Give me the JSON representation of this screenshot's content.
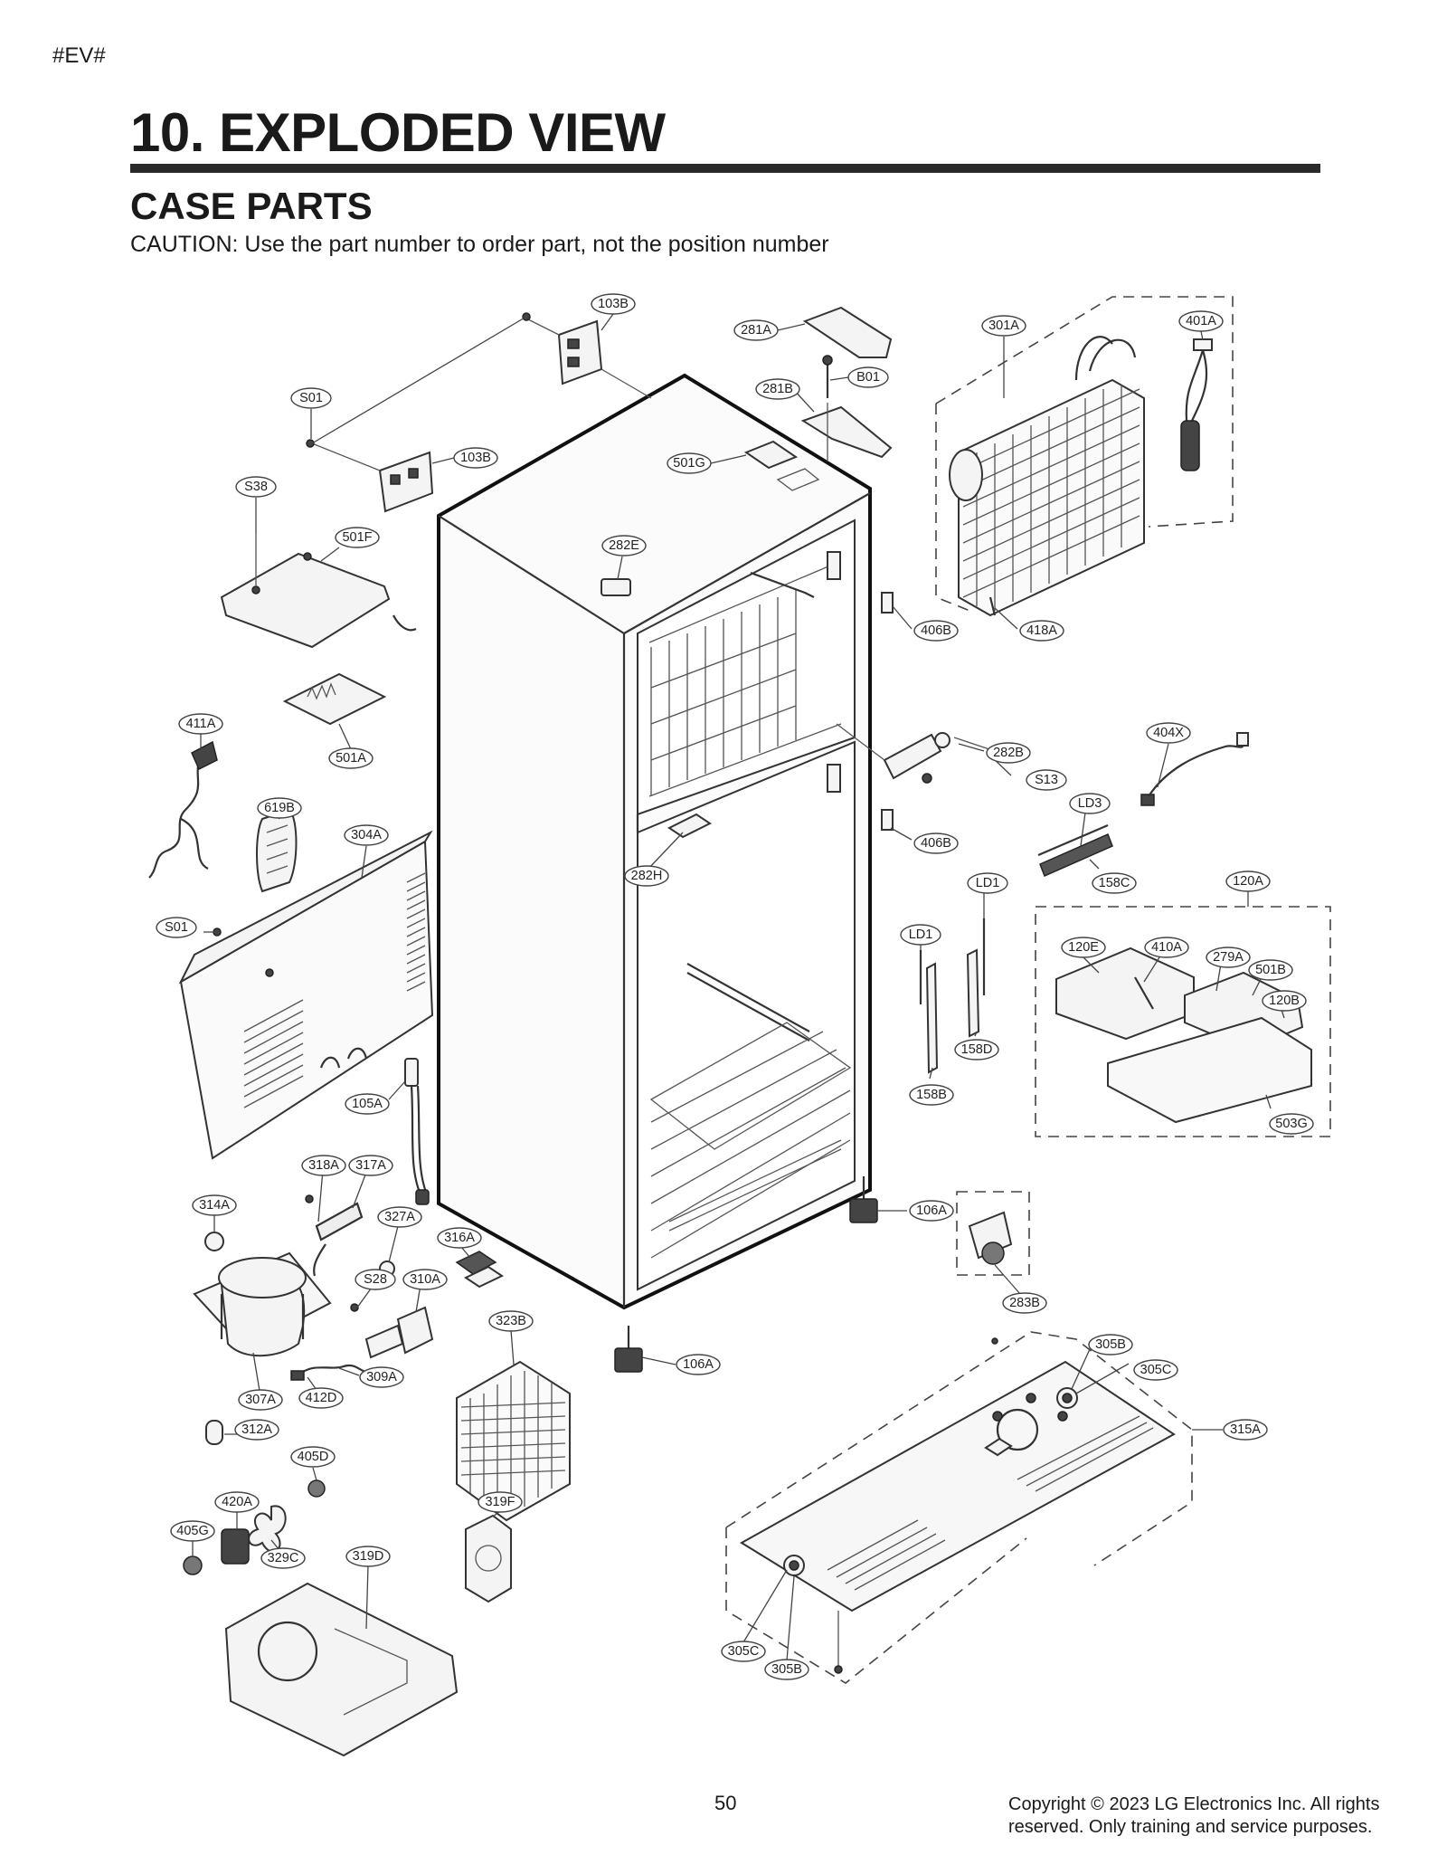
{
  "header": {
    "tag": "#EV#",
    "title": "10. EXPLODED VIEW",
    "subtitle": "CASE PARTS",
    "caution": "CAUTION: Use the part number to order part, not the position number"
  },
  "callouts": [
    {
      "id": "103B"
    },
    {
      "id": "281A"
    },
    {
      "id": "301A"
    },
    {
      "id": "401A"
    },
    {
      "id": "B01"
    },
    {
      "id": "281B"
    },
    {
      "id": "S01"
    },
    {
      "id": "103B"
    },
    {
      "id": "501G"
    },
    {
      "id": "S38"
    },
    {
      "id": "501F"
    },
    {
      "id": "282E"
    },
    {
      "id": "406B"
    },
    {
      "id": "418A"
    },
    {
      "id": "411A"
    },
    {
      "id": "501A"
    },
    {
      "id": "282B"
    },
    {
      "id": "404X"
    },
    {
      "id": "S13"
    },
    {
      "id": "LD3"
    },
    {
      "id": "619B"
    },
    {
      "id": "304A"
    },
    {
      "id": "406B"
    },
    {
      "id": "282H"
    },
    {
      "id": "LD1"
    },
    {
      "id": "158C"
    },
    {
      "id": "120A"
    },
    {
      "id": "S01"
    },
    {
      "id": "LD1"
    },
    {
      "id": "120E"
    },
    {
      "id": "410A"
    },
    {
      "id": "279A"
    },
    {
      "id": "501B"
    },
    {
      "id": "120B"
    },
    {
      "id": "158D"
    },
    {
      "id": "105A"
    },
    {
      "id": "158B"
    },
    {
      "id": "503G"
    },
    {
      "id": "318A"
    },
    {
      "id": "317A"
    },
    {
      "id": "314A"
    },
    {
      "id": "327A"
    },
    {
      "id": "316A"
    },
    {
      "id": "106A"
    },
    {
      "id": "S28"
    },
    {
      "id": "310A"
    },
    {
      "id": "283B"
    },
    {
      "id": "323B"
    },
    {
      "id": "305B"
    },
    {
      "id": "305C"
    },
    {
      "id": "106A"
    },
    {
      "id": "309A"
    },
    {
      "id": "307A"
    },
    {
      "id": "412D"
    },
    {
      "id": "315A"
    },
    {
      "id": "312A"
    },
    {
      "id": "405D"
    },
    {
      "id": "420A"
    },
    {
      "id": "319F"
    },
    {
      "id": "405G"
    },
    {
      "id": "329C"
    },
    {
      "id": "319D"
    },
    {
      "id": "305C"
    },
    {
      "id": "305B"
    }
  ],
  "footer": {
    "page_number": "50",
    "copyright_line1": "Copyright © 2023 LG Electronics Inc. All rights",
    "copyright_line2": "reserved. Only training and service purposes."
  }
}
